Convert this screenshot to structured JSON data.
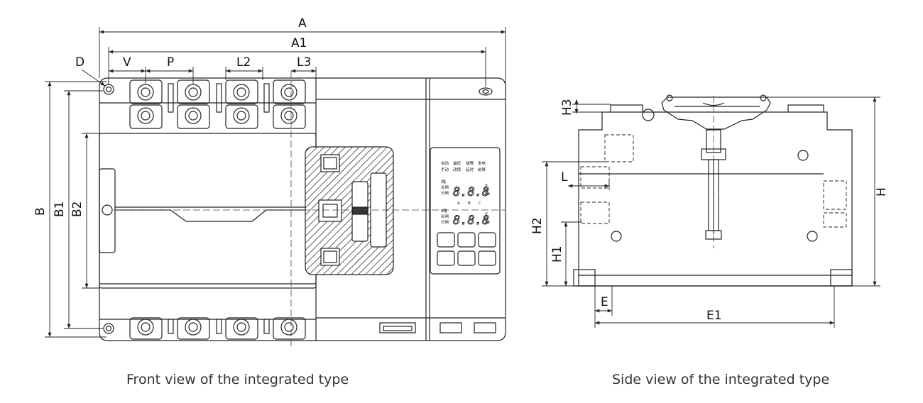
{
  "captions": {
    "front": "Front view of the integrated type",
    "side": "Side view of the integrated type"
  },
  "dimensions": {
    "A": "A",
    "A1": "A1",
    "V": "V",
    "P": "P",
    "L2": "L2",
    "L3": "L3",
    "D": "D",
    "B": "B",
    "B1": "B1",
    "B2": "B2",
    "H": "H",
    "H1": "H1",
    "H2": "H2",
    "H3": "H3",
    "L": "L",
    "E": "E",
    "E1": "E1"
  },
  "controller": {
    "row1": [
      "自动",
      "遥控",
      "故障",
      "发电"
    ],
    "row2": [
      "手动",
      "动锁",
      "延时",
      "前屏"
    ],
    "source1": "I路",
    "source2": "II路",
    "status": [
      "合闸",
      "分闸"
    ],
    "digits": "8.8.8",
    "phases": [
      "A",
      "B",
      "C"
    ],
    "units": [
      "V",
      "s",
      "Hz"
    ]
  },
  "colors": {
    "line": "#222222",
    "dash": "#444444"
  }
}
